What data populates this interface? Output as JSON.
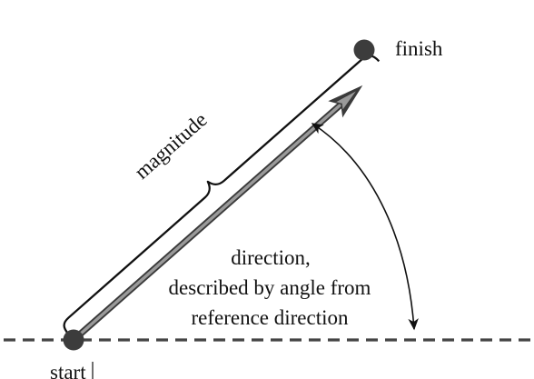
{
  "labels": {
    "finish": "finish",
    "start": "start",
    "magnitude": "magnitude",
    "direction_line1": "direction,",
    "direction_line2": "described by angle from",
    "direction_line3": "reference direction"
  },
  "colors": {
    "point": "#3c3c3c",
    "vector_fill": "#9a9a9a",
    "vector_edge": "#3a3a3a",
    "brace": "#111111",
    "reference_line": "#444444",
    "angle_arrow": "#111111"
  },
  "icons": {
    "start_point": "filled-circle",
    "finish_point": "filled-circle",
    "vector": "double-line-arrow",
    "magnitude_brace": "curly-brace",
    "angle_arrow": "double-headed-curved-arrow",
    "reference_line": "dashed-line"
  }
}
